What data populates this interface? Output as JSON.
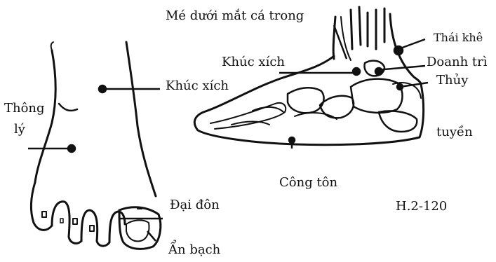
{
  "labels": {
    "me_duoi_mat_ca_trong": "Mé dưới mắt cá trong",
    "khuc_xich_foot": "Khúc xích",
    "khuc_xich_side": "Khúc xích",
    "thai_khe": "Thái khê",
    "doanh_tri": "Doanh trì",
    "thuy": "Thủy",
    "tuyen": "tuyền",
    "thong": "Thông",
    "ly": "lý",
    "dai_don": "Đại đôn",
    "cong_ton": "Công tôn",
    "an_bach": "Ẩn bạch",
    "figure_number": "H.2-120"
  }
}
